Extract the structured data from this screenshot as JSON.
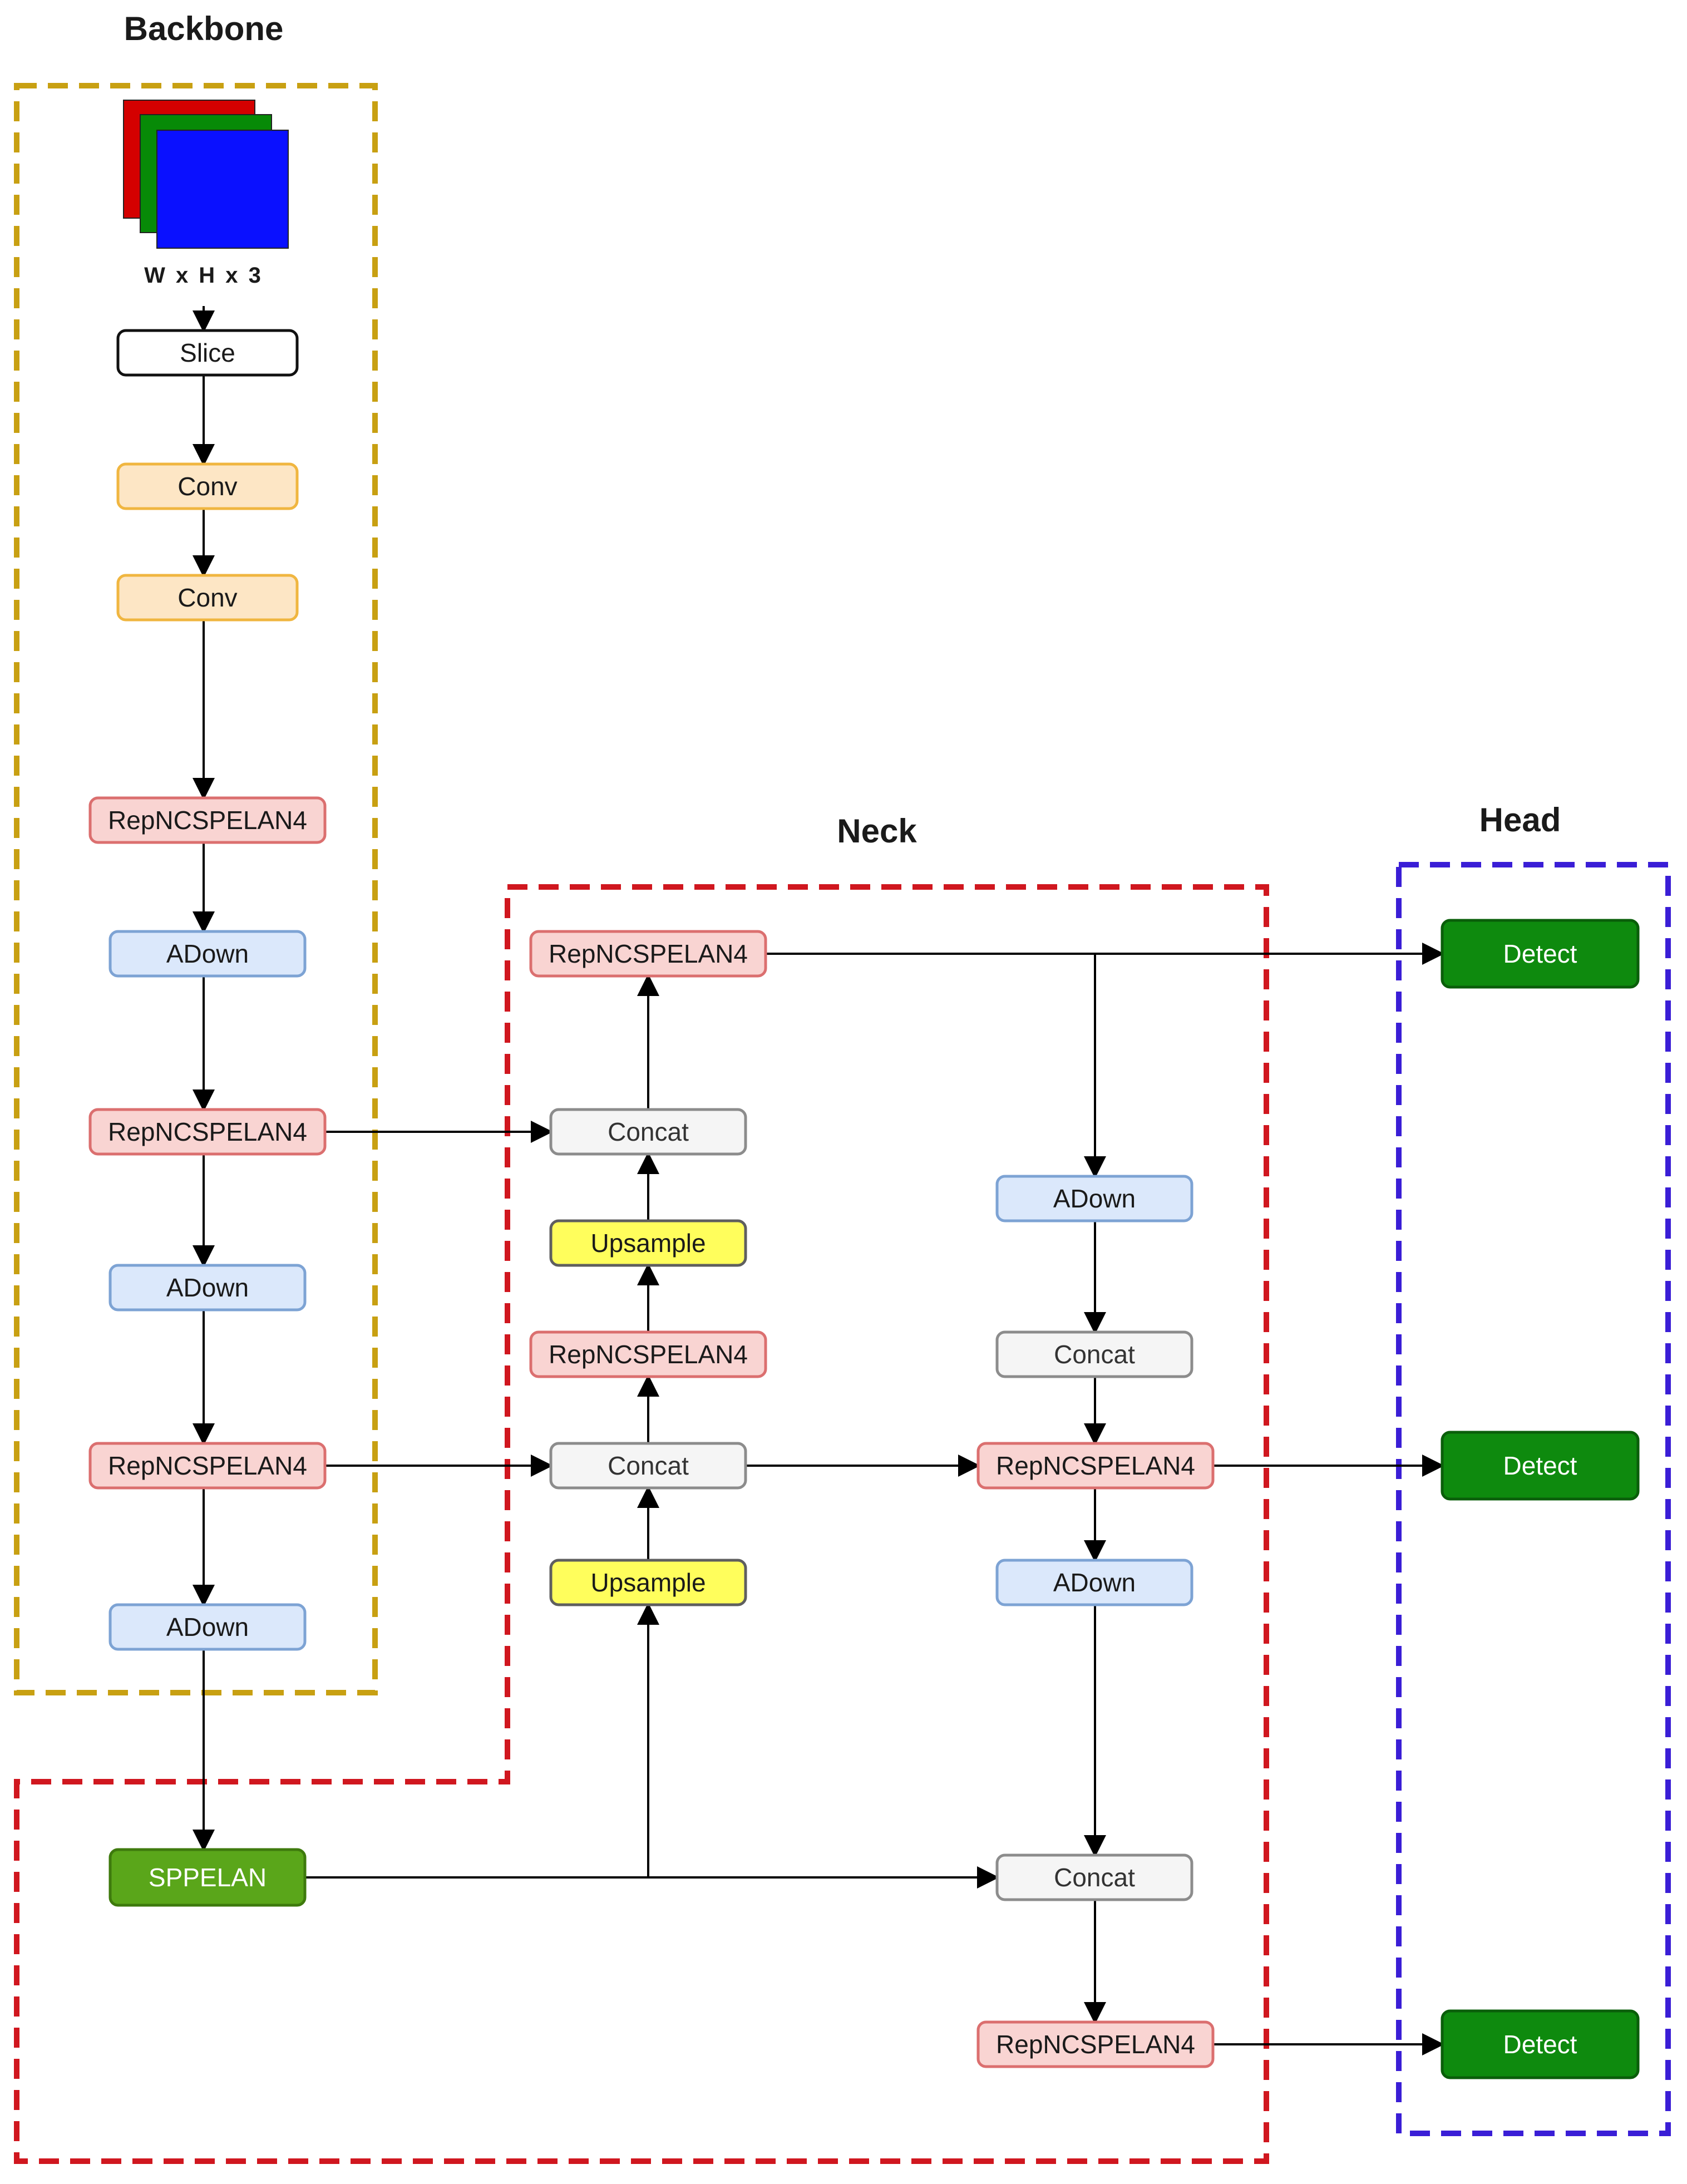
{
  "sections": [
    {
      "id": "backbone",
      "title": "Backbone",
      "color": "#c8a012"
    },
    {
      "id": "neck",
      "title": "Neck",
      "color": "#d0171f"
    },
    {
      "id": "head",
      "title": "Head",
      "color": "#3a1ed6"
    }
  ],
  "input": {
    "label": "W x H x 3",
    "channel_colors": [
      "#d40000",
      "#078a07",
      "#0a10ff"
    ]
  },
  "node_styles": {
    "slice": {
      "fill": "#ffffff",
      "stroke": "#111111",
      "text": "dark"
    },
    "conv": {
      "fill": "#fde6c5",
      "stroke": "#f0b640",
      "text": "dark"
    },
    "rep": {
      "fill": "#f9d4d2",
      "stroke": "#db6f6f",
      "text": "dark"
    },
    "adown": {
      "fill": "#dbe8fb",
      "stroke": "#7da3d4",
      "text": "dark"
    },
    "concat": {
      "fill": "#f5f5f5",
      "stroke": "#8c8c8c",
      "text": "muted"
    },
    "upsample": {
      "fill": "#fffe5c",
      "stroke": "#5f5f5f",
      "text": "dark"
    },
    "sppelan": {
      "fill": "#5aa61a",
      "stroke": "#3e7a0d",
      "text": "light"
    },
    "detect": {
      "fill": "#0e8a0e",
      "stroke": "#0a5e0a",
      "text": "light"
    }
  },
  "nodes": [
    {
      "id": "slice",
      "label": "Slice",
      "style": "slice"
    },
    {
      "id": "conv1",
      "label": "Conv",
      "style": "conv"
    },
    {
      "id": "conv2",
      "label": "Conv",
      "style": "conv"
    },
    {
      "id": "bb_rep1",
      "label": "RepNCSPELAN4",
      "style": "rep"
    },
    {
      "id": "bb_adown1",
      "label": "ADown",
      "style": "adown"
    },
    {
      "id": "bb_rep2",
      "label": "RepNCSPELAN4",
      "style": "rep"
    },
    {
      "id": "bb_adown2",
      "label": "ADown",
      "style": "adown"
    },
    {
      "id": "bb_rep3",
      "label": "RepNCSPELAN4",
      "style": "rep"
    },
    {
      "id": "bb_adown3",
      "label": "ADown",
      "style": "adown"
    },
    {
      "id": "sppelan",
      "label": "SPPELAN",
      "style": "sppelan"
    },
    {
      "id": "nk_rep_top",
      "label": "RepNCSPELAN4",
      "style": "rep"
    },
    {
      "id": "nk_concat1",
      "label": "Concat",
      "style": "concat"
    },
    {
      "id": "nk_up1",
      "label": "Upsample",
      "style": "upsample"
    },
    {
      "id": "nk_rep_mid",
      "label": "RepNCSPELAN4",
      "style": "rep"
    },
    {
      "id": "nk_concat2",
      "label": "Concat",
      "style": "concat"
    },
    {
      "id": "nk_up2",
      "label": "Upsample",
      "style": "upsample"
    },
    {
      "id": "nk_adown_a",
      "label": "ADown",
      "style": "adown"
    },
    {
      "id": "nk_concat3",
      "label": "Concat",
      "style": "concat"
    },
    {
      "id": "nk_rep_r",
      "label": "RepNCSPELAN4",
      "style": "rep"
    },
    {
      "id": "nk_adown_b",
      "label": "ADown",
      "style": "adown"
    },
    {
      "id": "nk_concat4",
      "label": "Concat",
      "style": "concat"
    },
    {
      "id": "nk_rep_bot",
      "label": "RepNCSPELAN4",
      "style": "rep"
    },
    {
      "id": "det1",
      "label": "Detect",
      "style": "detect"
    },
    {
      "id": "det2",
      "label": "Detect",
      "style": "detect"
    },
    {
      "id": "det3",
      "label": "Detect",
      "style": "detect"
    }
  ],
  "edges": [
    [
      "input",
      "slice"
    ],
    [
      "slice",
      "conv1"
    ],
    [
      "conv1",
      "conv2"
    ],
    [
      "conv2",
      "bb_rep1"
    ],
    [
      "bb_rep1",
      "bb_adown1"
    ],
    [
      "bb_adown1",
      "bb_rep2"
    ],
    [
      "bb_rep2",
      "bb_adown2"
    ],
    [
      "bb_adown2",
      "bb_rep3"
    ],
    [
      "bb_rep3",
      "bb_adown3"
    ],
    [
      "bb_adown3",
      "sppelan"
    ],
    [
      "bb_rep2",
      "nk_concat1"
    ],
    [
      "bb_rep3",
      "nk_concat2"
    ],
    [
      "sppelan",
      "nk_up2"
    ],
    [
      "sppelan",
      "nk_concat4"
    ],
    [
      "nk_up2",
      "nk_concat2"
    ],
    [
      "nk_concat2",
      "nk_rep_mid"
    ],
    [
      "nk_rep_mid",
      "nk_up1"
    ],
    [
      "nk_up1",
      "nk_concat1"
    ],
    [
      "nk_concat1",
      "nk_rep_top"
    ],
    [
      "nk_rep_top",
      "det1"
    ],
    [
      "nk_rep_top",
      "nk_adown_a"
    ],
    [
      "nk_adown_a",
      "nk_concat3"
    ],
    [
      "nk_concat3",
      "nk_rep_r"
    ],
    [
      "nk_concat2",
      "nk_rep_r"
    ],
    [
      "nk_rep_r",
      "det2"
    ],
    [
      "nk_rep_r",
      "nk_adown_b"
    ],
    [
      "nk_adown_b",
      "nk_concat4"
    ],
    [
      "nk_concat4",
      "nk_rep_bot"
    ],
    [
      "nk_rep_bot",
      "det3"
    ]
  ]
}
